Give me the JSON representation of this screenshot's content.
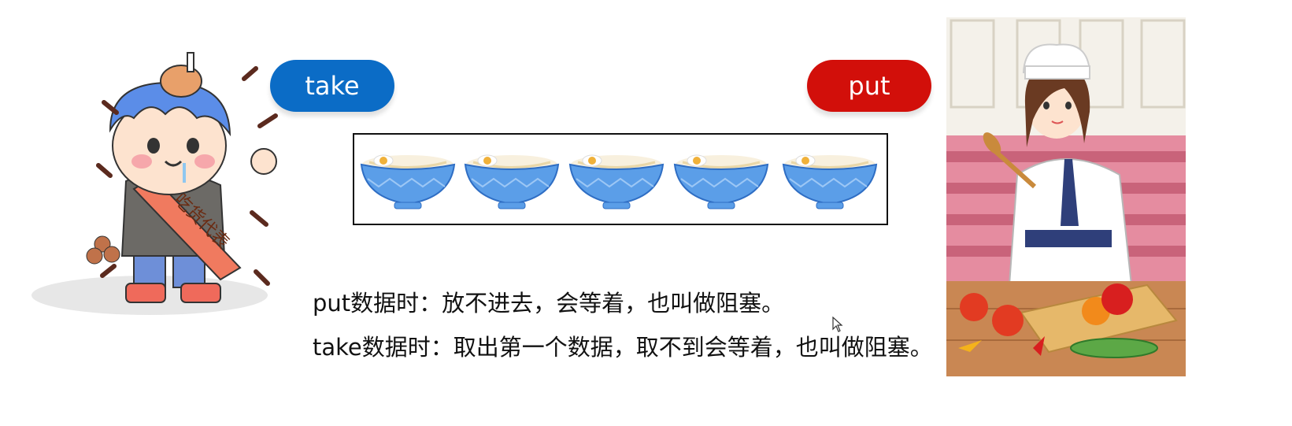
{
  "buttons": {
    "take_label": "take",
    "put_label": "put"
  },
  "queue": {
    "slots": [
      "noodle-bowl",
      "noodle-bowl",
      "noodle-bowl",
      "noodle-bowl",
      "noodle-bowl"
    ]
  },
  "text": {
    "line1": "put数据时：放不进去，会等着，也叫做阻塞。",
    "line2": "take数据时：取出第一个数据，取不到会等着，也叫做阻塞。"
  },
  "illustrations": {
    "left": "foodie-mascot-illustration",
    "right": "chef-illustration"
  },
  "colors": {
    "take": "#0b6cc6",
    "put": "#d20f0a"
  }
}
